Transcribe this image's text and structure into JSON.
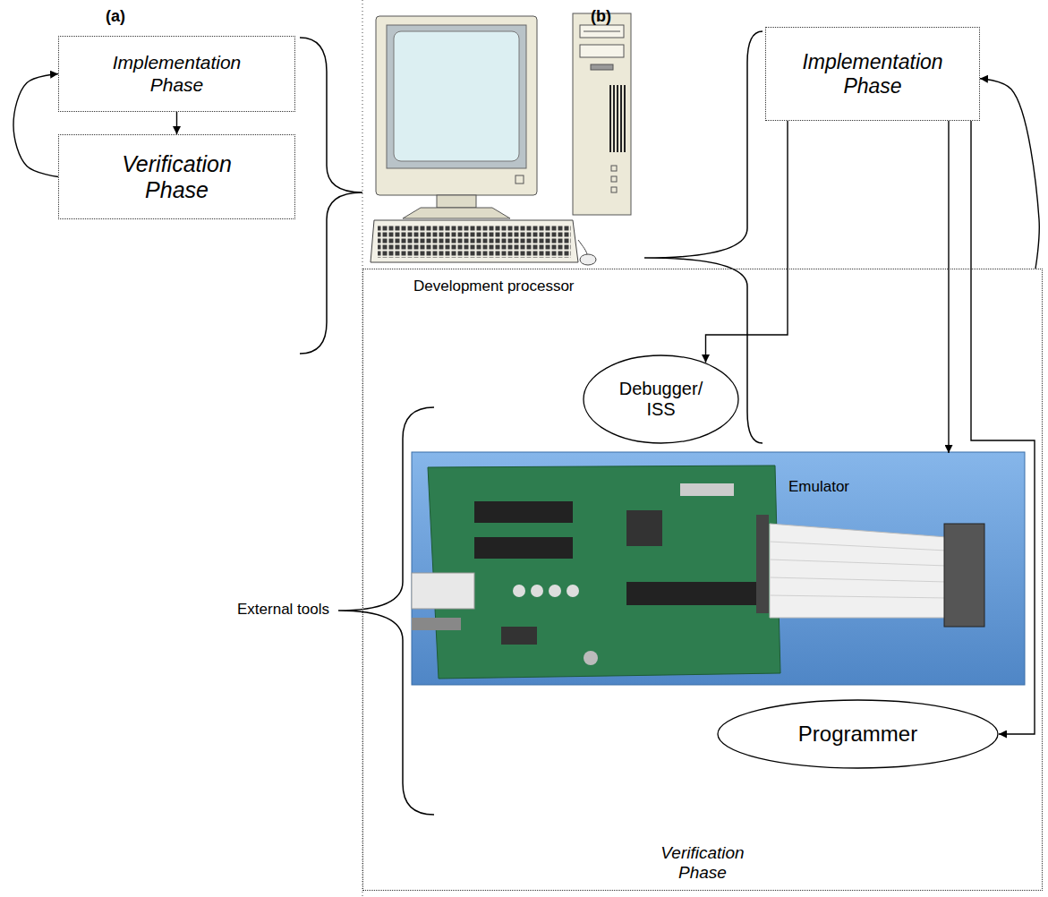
{
  "diagram": {
    "nodes": [
      {
        "text": [
          "Implementation Phase"
        ]
      },
      {
        "text": [
          "Verification Phase"
        ]
      },
      {
        "text": [
          "Implementation Phase"
        ]
      },
      {
        "text": [
          "Verification Phase"
        ]
      },
      {
        "text": [
          "Debugger/ ISS"
        ],
        "in": 3
      },
      {
        "text": [
          "Emulator"
        ],
        "in": 3
      },
      {
        "text": [
          "Programmer"
        ],
        "in": 3
      }
    ],
    "edges": [
      {
        "from": 0,
        "to": 1,
        "arrow": "to"
      },
      {
        "from": 1,
        "to": 0,
        "arrow": "to"
      },
      {
        "from": 2,
        "to": 4,
        "arrow": "to"
      },
      {
        "from": 2,
        "to": 5,
        "arrow": "to"
      },
      {
        "from": 2,
        "to": 6,
        "arrow": "to"
      },
      {
        "from": 3,
        "to": 2,
        "arrow": "to"
      }
    ],
    "labels": [
      "(a)",
      "(b)",
      "Development processor",
      "External tools"
    ]
  }
}
